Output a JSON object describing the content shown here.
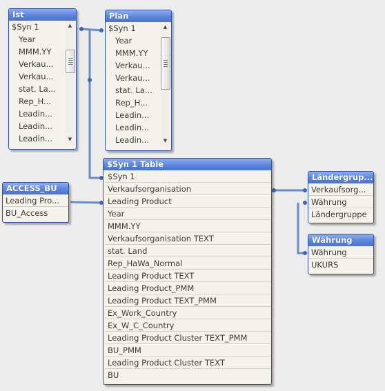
{
  "tables": {
    "ist": {
      "title": "Ist",
      "fields": [
        "$Syn 1",
        "Year",
        "MMM.YY",
        "Verkau...",
        "Verkau...",
        "stat. La...",
        "Rep_H...",
        "Leadin...",
        "Leadin...",
        "Leadin..."
      ]
    },
    "plan": {
      "title": "Plan",
      "fields": [
        "$Syn 1",
        "Year",
        "MMM.YY",
        "Verkau...",
        "Verkau...",
        "stat. La...",
        "Rep_H...",
        "Leadin...",
        "Leadin...",
        "Leadin..."
      ]
    },
    "access_bu": {
      "title": "ACCESS_BU",
      "fields": [
        "Leading Pro...",
        "BU_Access"
      ]
    },
    "syn": {
      "title": "$Syn 1 Table",
      "fields": [
        "$Syn 1",
        "Verkaufsorganisation",
        "Leading Product",
        "Year",
        "MMM.YY",
        "Verkaufsorganisation TEXT",
        "stat. Land",
        "Rep_HaWa_Normal",
        "Leading Product TEXT",
        "Leading Product_PMM",
        "Leading Product TEXT_PMM",
        "Ex_Work_Country",
        "Ex_W_C_Country",
        "Leading Product Cluster TEXT_PMM",
        "BU_PMM",
        "Leading Product Cluster TEXT",
        "BU"
      ]
    },
    "laender": {
      "title": "Ländergrup...",
      "fields": [
        "Verkaufsorg...",
        "Währung",
        "Ländergruppe"
      ]
    },
    "waehrung": {
      "title": "Währung",
      "fields": [
        "Währung",
        "UKURS"
      ]
    }
  },
  "scroll_arrows": {
    "up": "▲",
    "down": "▼"
  },
  "colors": {
    "header_top": "#8eaef0",
    "header_bottom": "#4a73cf",
    "border": "#2f52a4",
    "table_bg": "#f4f2ea",
    "link": "#6c8bc6",
    "link_dot": "#3d63b3"
  }
}
